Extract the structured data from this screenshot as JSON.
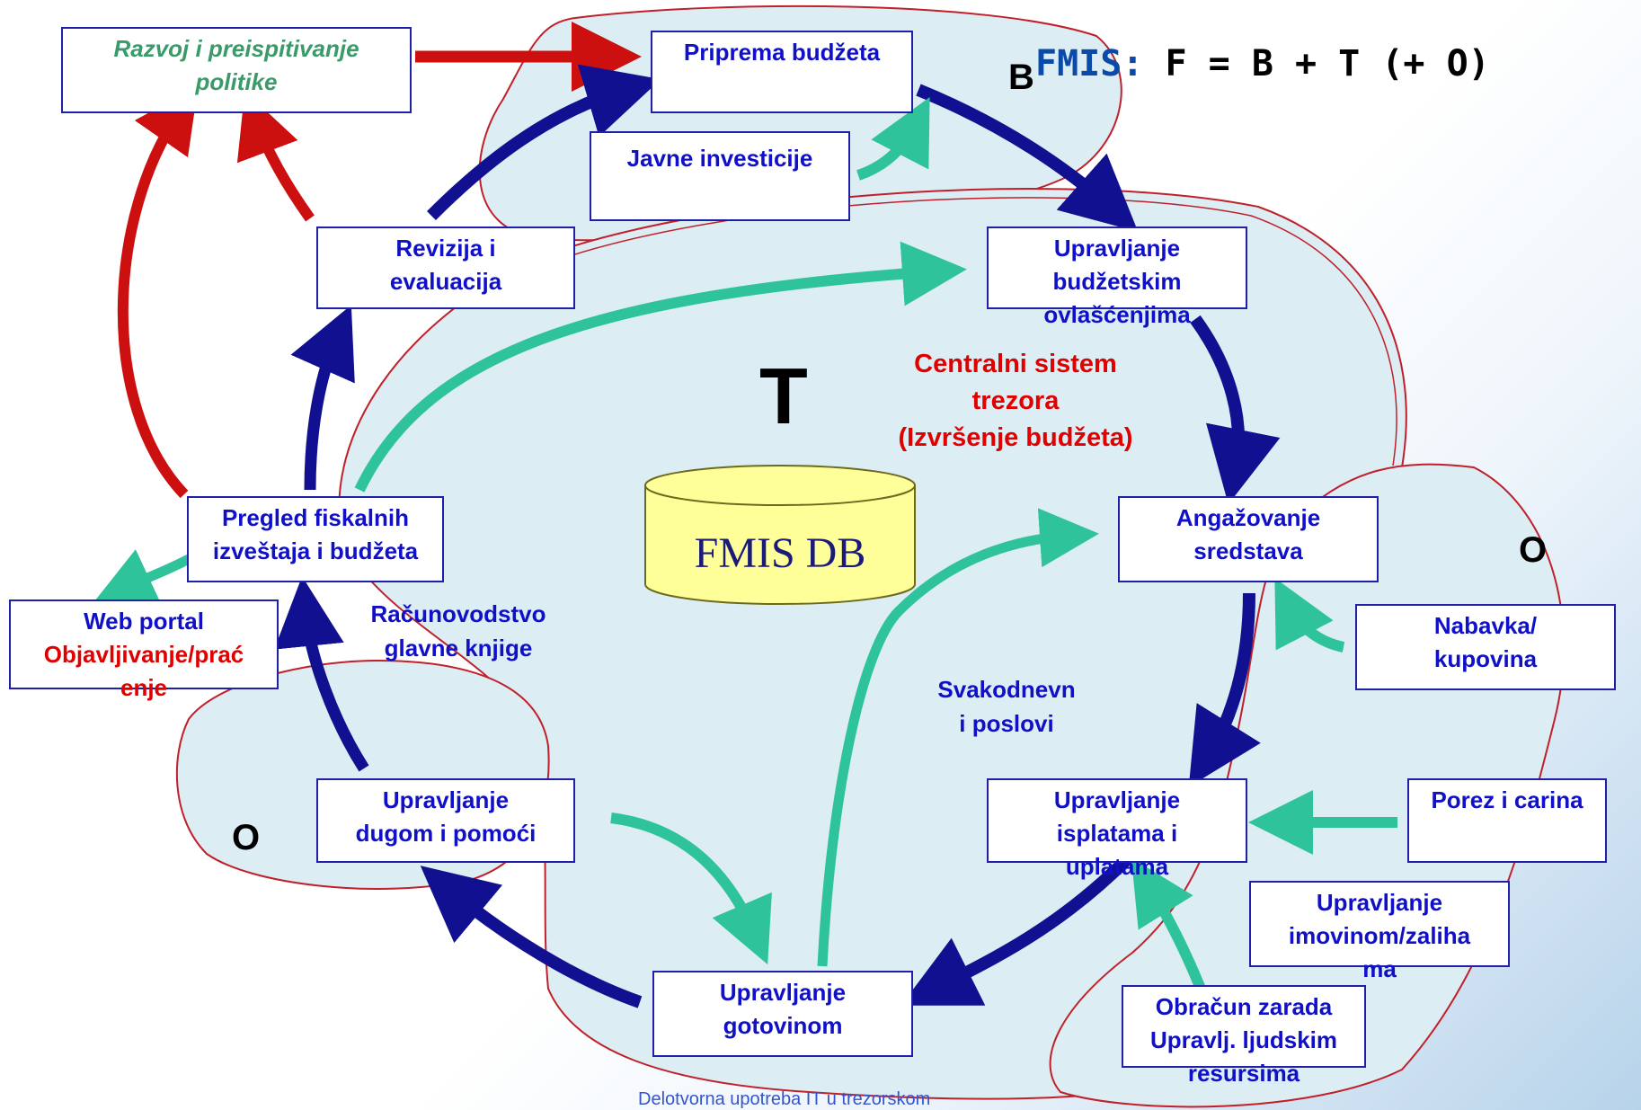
{
  "formula": {
    "prefix": "FMIS:",
    "expression": "F = B + T (+ O)"
  },
  "colors": {
    "box_text": "#1010c8",
    "red": "#e00000",
    "green_text": "#3a9a6a",
    "region_fill": "#dcedf4",
    "region_stroke": "#c0202a",
    "arrow_navy": "#101090",
    "arrow_red": "#cc1010",
    "arrow_teal": "#2ec39a",
    "db_fill": "#ffff99"
  },
  "regions": {
    "b": "B",
    "t": "T",
    "o_right": "O",
    "o_left": "O"
  },
  "boxes": {
    "policy": {
      "line1": "Razvoj i preispitivanje",
      "line2": "politike"
    },
    "budget_prep": {
      "line1": "Priprema budžeta"
    },
    "public_investments": {
      "line1": "Javne investicije"
    },
    "audit": {
      "line1": "Revizija i",
      "line2": "evaluacija"
    },
    "authorizations": {
      "line1": "Upravljanje",
      "line2": "budžetskim",
      "line3": "ovlašćenjima"
    },
    "fiscal_review": {
      "line1": "Pregled fiskalnih",
      "line2": "izveštaja i budžeta"
    },
    "web_portal": {
      "line1": "Web portal",
      "line2": "Objavljivanje/prać",
      "line3": "enje"
    },
    "commitments": {
      "line1": "Angažovanje",
      "line2": "sredstava"
    },
    "procurement": {
      "line1": "Nabavka/",
      "line2": "kupovina"
    },
    "payments": {
      "line1": "Upravljanje",
      "line2": "isplatama i",
      "line3": "uplatama"
    },
    "tax": {
      "line1": "Porez i carina"
    },
    "debt": {
      "line1": "Upravljanje",
      "line2": "dugom i pomoći"
    },
    "cash": {
      "line1": "Upravljanje",
      "line2": "gotovinom"
    },
    "assets": {
      "line1": "Upravljanje",
      "line2": "imovinom/zaliha",
      "line3": "ma"
    },
    "payroll": {
      "line1": "Obračun zarada",
      "line2": "Upravlj. ljudskim",
      "line3": "resursima"
    }
  },
  "labels": {
    "central_system": {
      "line1": "Centralni sistem",
      "line2": "trezora",
      "line3": "(Izvršenje budžeta)"
    },
    "general_ledger": {
      "line1": "Računovodstvo",
      "line2": "glavne knjige"
    },
    "daily_ops": {
      "line1": "Svakodnevn",
      "line2": "i poslovi"
    },
    "database": "FMIS DB"
  },
  "footer": "Delotvorna upotreba IT u trezorskom"
}
